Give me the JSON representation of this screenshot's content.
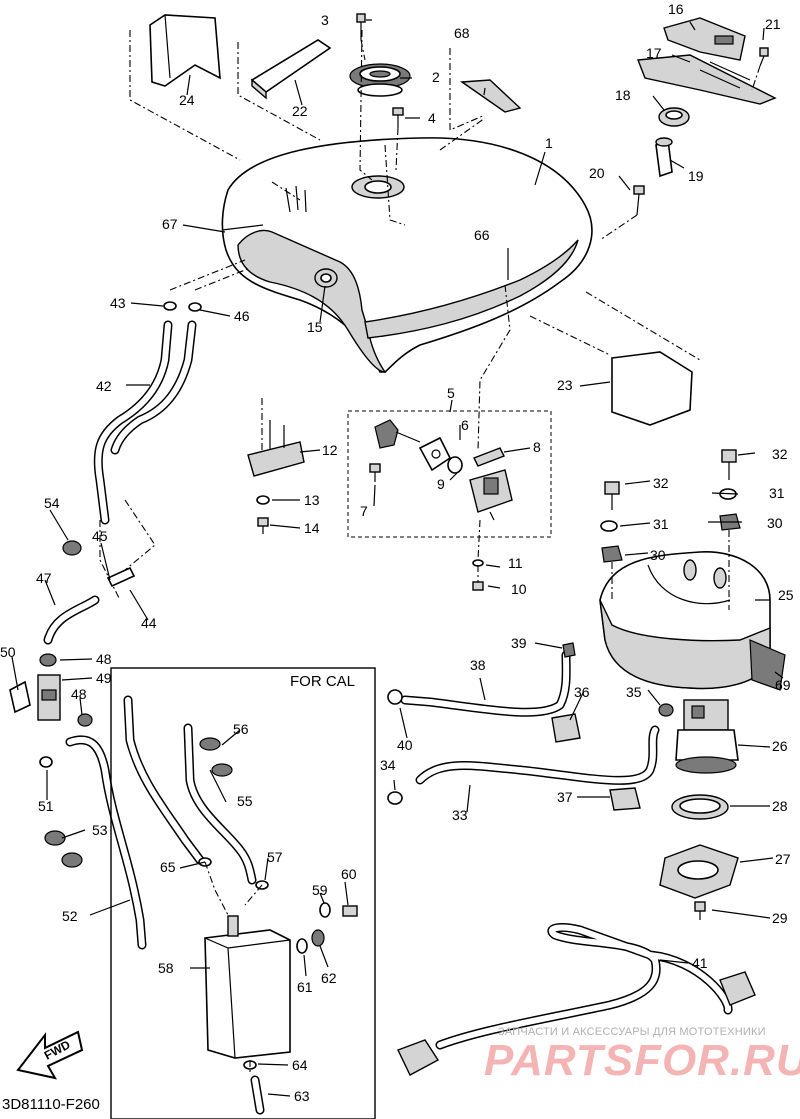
{
  "diagram": {
    "caption": "3D81110-F260",
    "inset_title": "FOR CAL",
    "fwd_label": "FWD",
    "watermark": {
      "line1": "ЗАПЧАСТИ И АКСЕССУАРЫ ДЛЯ МОТОТЕХНИКИ",
      "brand": "PARTSFOR.RU"
    },
    "callouts": [
      "1",
      "2",
      "3",
      "4",
      "5",
      "6",
      "7",
      "8",
      "9",
      "10",
      "11",
      "12",
      "13",
      "14",
      "15",
      "16",
      "17",
      "18",
      "19",
      "20",
      "21",
      "22",
      "23",
      "24",
      "25",
      "26",
      "27",
      "28",
      "29",
      "30",
      "30",
      "31",
      "31",
      "32",
      "32",
      "33",
      "34",
      "35",
      "36",
      "37",
      "38",
      "39",
      "40",
      "41",
      "42",
      "43",
      "44",
      "45",
      "46",
      "47",
      "48",
      "48",
      "49",
      "50",
      "51",
      "52",
      "53",
      "54",
      "55",
      "56",
      "57",
      "58",
      "59",
      "60",
      "61",
      "62",
      "63",
      "64",
      "65",
      "66",
      "67",
      "68",
      "69"
    ]
  }
}
